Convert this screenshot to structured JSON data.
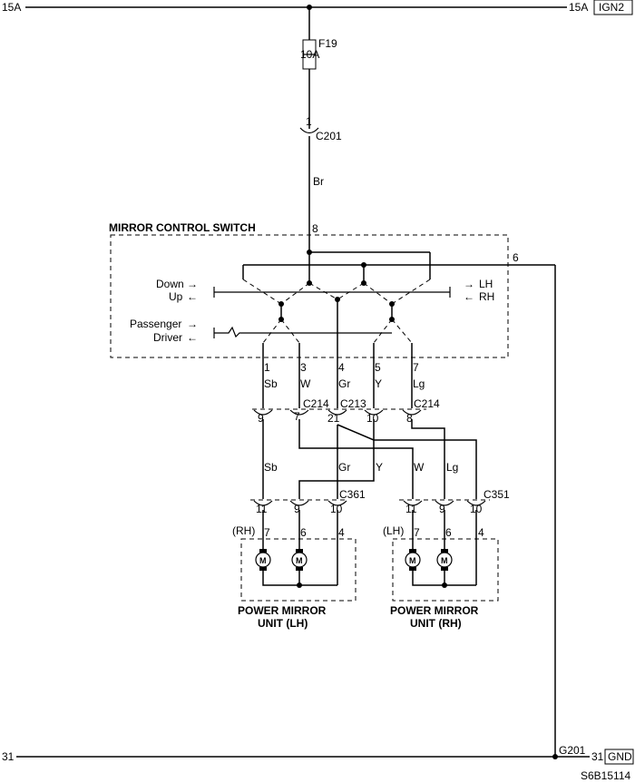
{
  "bus_top": {
    "left_label": "15A",
    "right_label": "15A",
    "right_box": "IGN2"
  },
  "bus_bottom": {
    "left_label": "31",
    "right_label": "31",
    "right_box": "GND",
    "ground": "G201"
  },
  "fuse": {
    "name": "F19",
    "rating": "10A"
  },
  "connector_c201": {
    "name": "C201",
    "pin": "1"
  },
  "wire_br": "Br",
  "switch": {
    "title": "MIRROR CONTROL SWITCH",
    "pin_in": "8",
    "pin_ground": "6",
    "labels": {
      "down": "Down",
      "up": "Up",
      "passenger": "Passenger",
      "driver": "Driver",
      "lh": "LH",
      "rh": "RH"
    },
    "pins": [
      "1",
      "3",
      "4",
      "5",
      "7"
    ]
  },
  "wires_upper": [
    "Sb",
    "W",
    "Gr",
    "Y",
    "Lg"
  ],
  "connectors_mid": {
    "c214_left": "C214",
    "c213": "C213",
    "c214_right": "C214",
    "pins": [
      "9",
      "7",
      "21",
      "10",
      "8"
    ]
  },
  "wires_lower": {
    "sb": "Sb",
    "gr": "Gr",
    "y": "Y",
    "w": "W",
    "lg": "Lg"
  },
  "connector_c361": {
    "name": "C361",
    "pins": [
      "11",
      "9",
      "10"
    ]
  },
  "connector_c351": {
    "name": "C351",
    "pins": [
      "11",
      "9",
      "10"
    ]
  },
  "mirror_lh": {
    "side": "(RH)",
    "pins": [
      "7",
      "6",
      "4"
    ],
    "title_line1": "POWER MIRROR",
    "title_line2": "UNIT (LH)",
    "motor": "M"
  },
  "mirror_rh": {
    "side": "(LH)",
    "pins": [
      "7",
      "6",
      "4"
    ],
    "title_line1": "POWER MIRROR",
    "title_line2": "UNIT (RH)",
    "motor": "M"
  },
  "figure_code": "S6B15114"
}
